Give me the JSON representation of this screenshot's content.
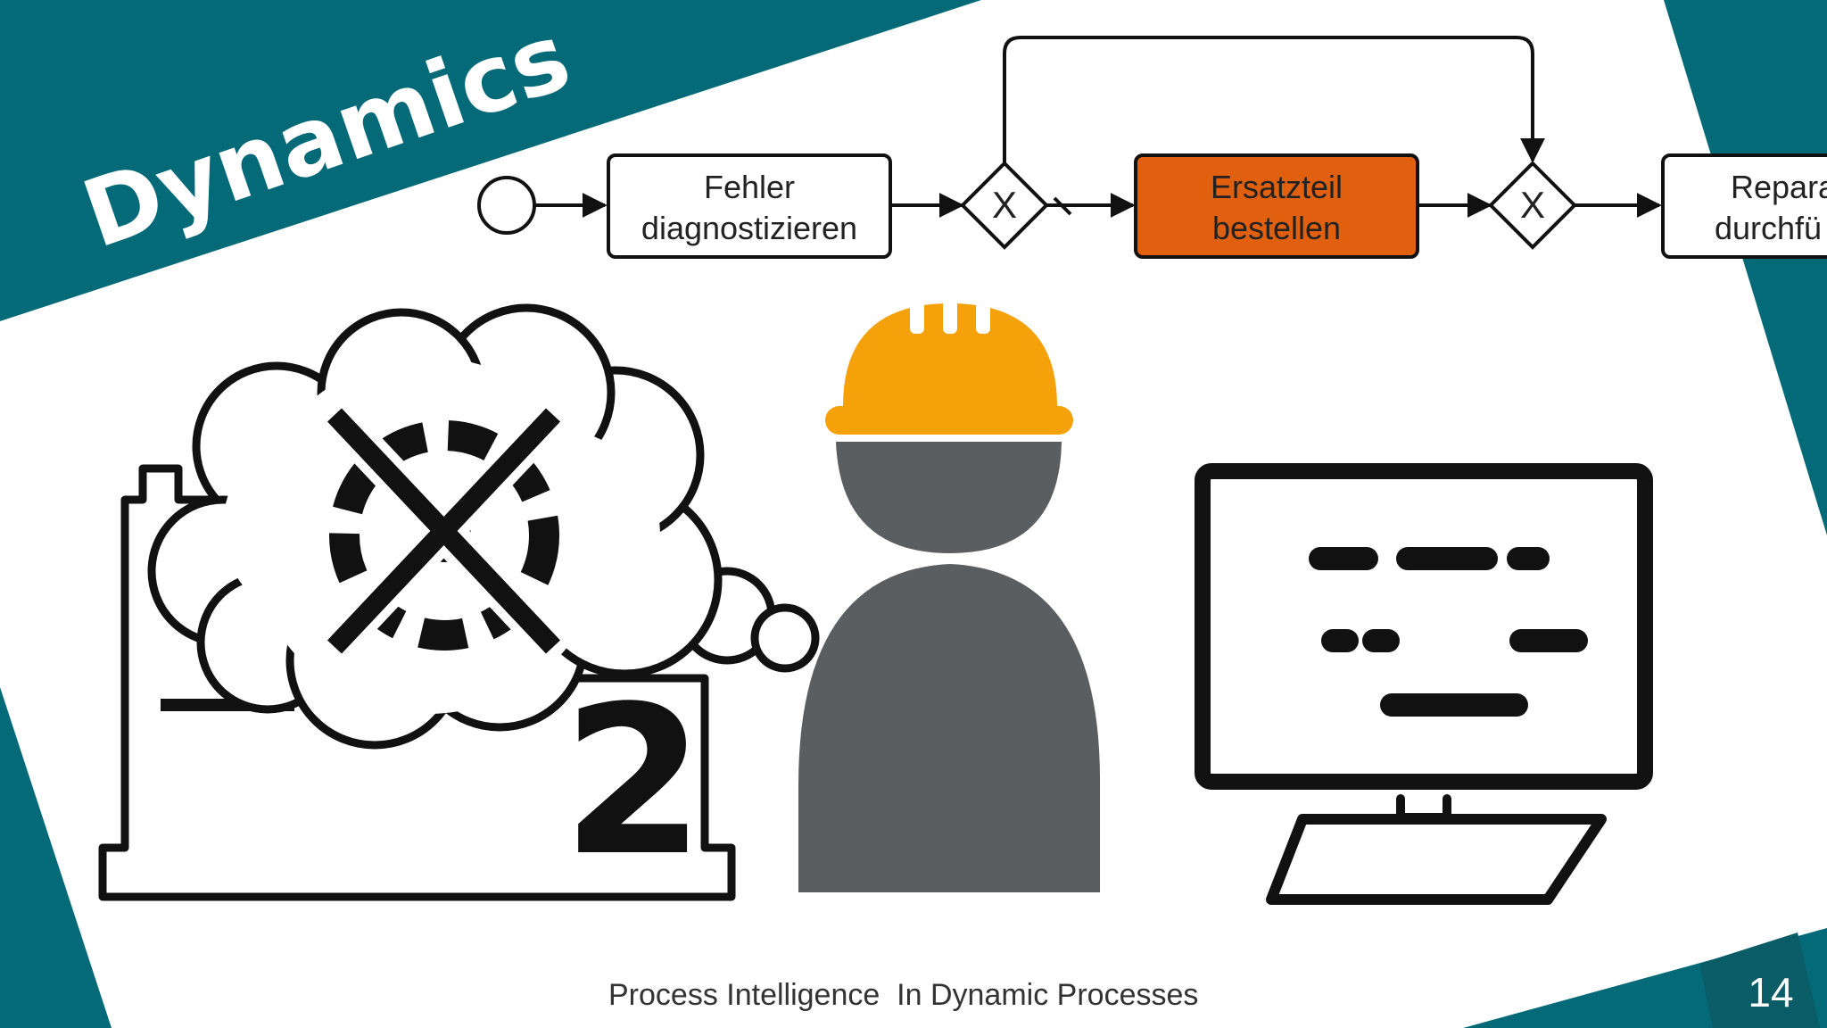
{
  "slide": {
    "title": "Dynamics",
    "footer": "Process Intelligence  In Dynamic Processes",
    "page_number": "14"
  },
  "process": {
    "tasks": [
      {
        "line1": "Fehler",
        "line2": "diagnostizieren",
        "highlighted": false
      },
      {
        "line1": "Ersatzteil",
        "line2": "bestellen",
        "highlighted": true
      },
      {
        "line1": "Repara",
        "line2": "durchfü",
        "highlighted": false
      }
    ],
    "gateway_symbol": "X"
  },
  "machine": {
    "number": "2"
  },
  "icons": [
    "start-event-icon",
    "xor-gateway-icon",
    "machine-icon",
    "broken-gear-icon",
    "smoke-cloud-icon",
    "worker-icon",
    "hard-hat-icon",
    "computer-monitor-icon"
  ],
  "colors": {
    "teal": "#056a78",
    "task_highlight": "#e0600f",
    "helmet": "#f5a20a",
    "worker": "#5b5e60"
  }
}
